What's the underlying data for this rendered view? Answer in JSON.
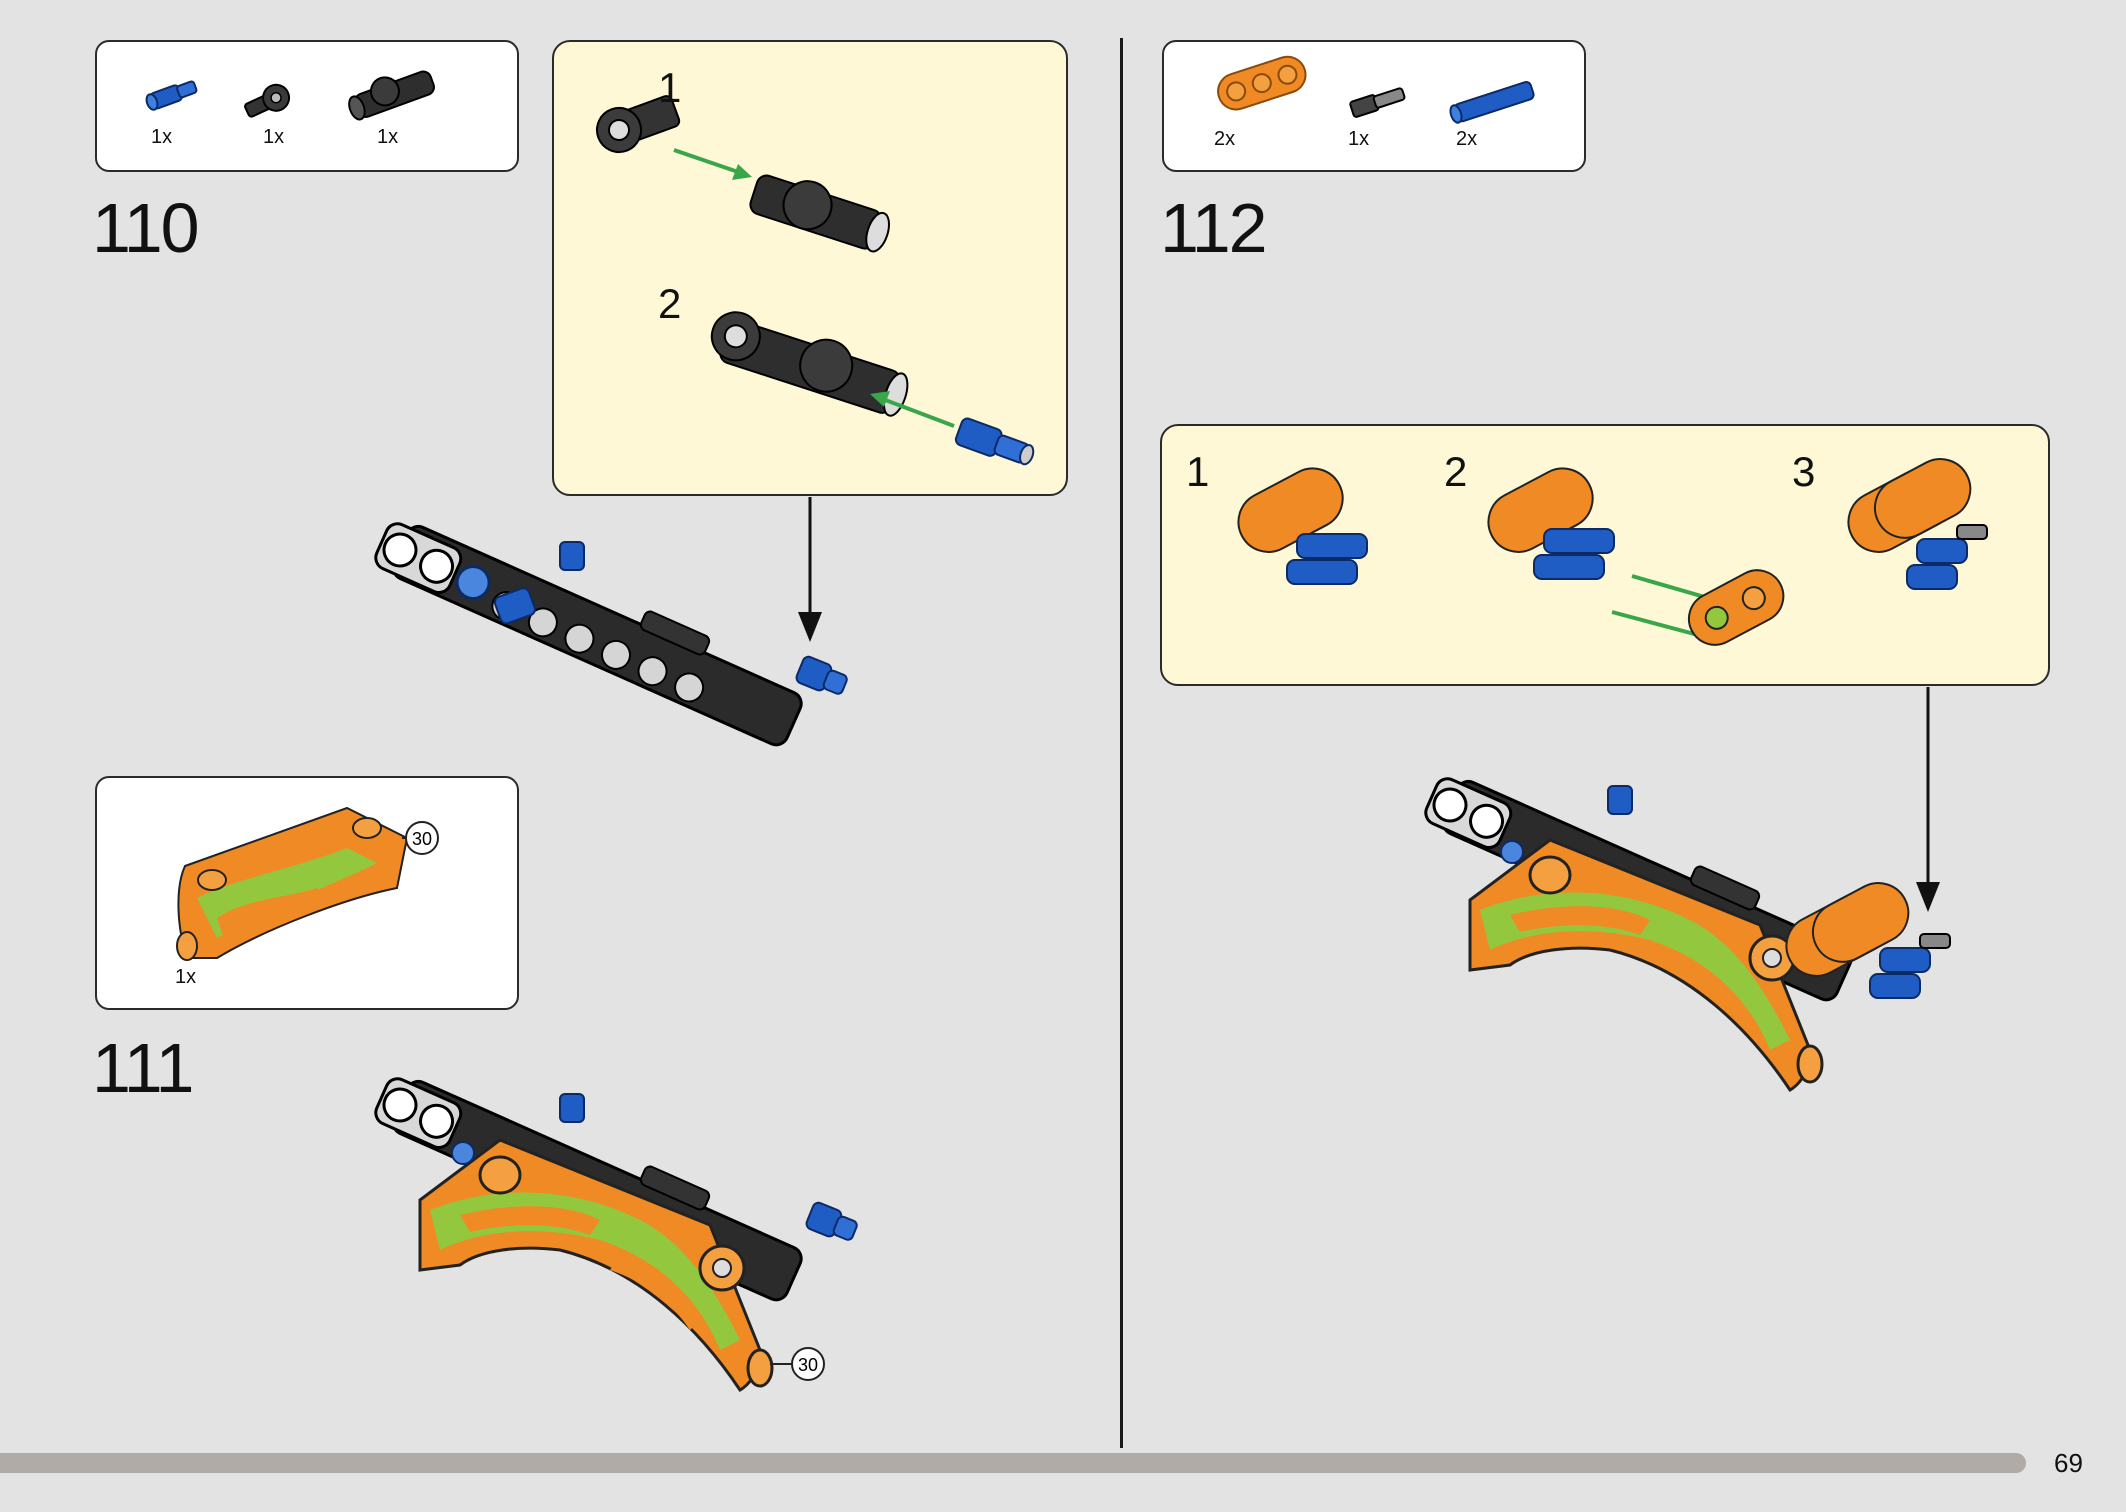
{
  "steps": [
    {
      "number": "110",
      "parts": [
        {
          "qty": "1x",
          "icon": "blue-axle-pin-icon"
        },
        {
          "qty": "1x",
          "icon": "black-pin-connector-icon"
        },
        {
          "qty": "1x",
          "icon": "black-axle-connector-icon"
        }
      ],
      "subassembly": [
        {
          "number": "1"
        },
        {
          "number": "2"
        }
      ]
    },
    {
      "number": "111",
      "parts": [
        {
          "qty": "1x",
          "icon": "camo-panel-icon",
          "callout": "30"
        }
      ],
      "callout": "30"
    },
    {
      "number": "112",
      "parts": [
        {
          "qty": "2x",
          "icon": "orange-3-hole-beam-icon"
        },
        {
          "qty": "1x",
          "icon": "grey-axle-pin-icon"
        },
        {
          "qty": "2x",
          "icon": "blue-long-pin-icon"
        }
      ],
      "subassembly": [
        {
          "number": "1"
        },
        {
          "number": "2"
        },
        {
          "number": "3"
        }
      ]
    }
  ],
  "page": {
    "number": "69",
    "progress": 0.953
  },
  "colors": {
    "background": "#e3e3e3",
    "subassembly_bg": "#fef8d6",
    "orange": "#f08a24",
    "lime": "#93c83e",
    "blue": "#1f5cc4",
    "black": "#2a2a2a",
    "arrow_green": "#3aa64a"
  }
}
